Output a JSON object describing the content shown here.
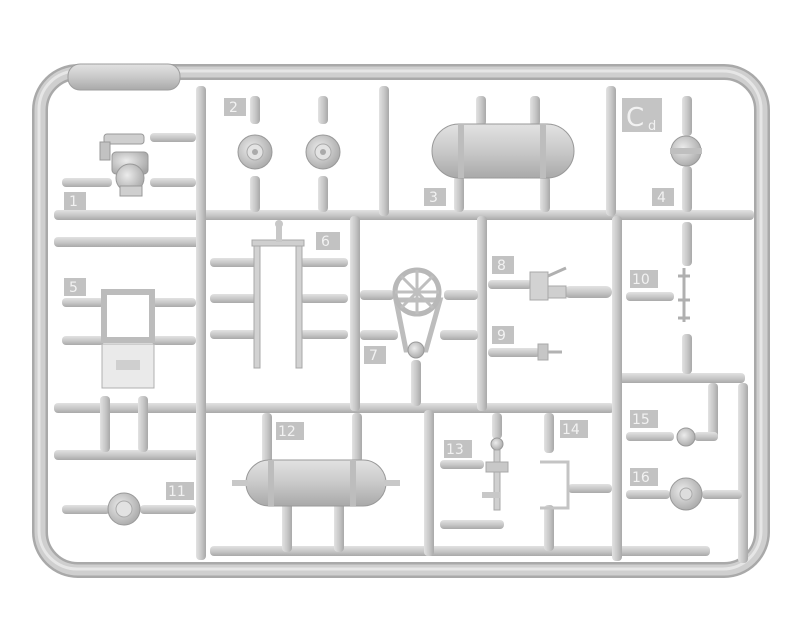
{
  "sprue": {
    "frame_label": "C",
    "frame_label_sub": "d",
    "parts": [
      {
        "number": "1"
      },
      {
        "number": "2"
      },
      {
        "number": "3"
      },
      {
        "number": "4"
      },
      {
        "number": "5"
      },
      {
        "number": "6"
      },
      {
        "number": "7"
      },
      {
        "number": "8"
      },
      {
        "number": "9"
      },
      {
        "number": "10"
      },
      {
        "number": "11"
      },
      {
        "number": "12"
      },
      {
        "number": "13"
      },
      {
        "number": "14"
      },
      {
        "number": "15"
      },
      {
        "number": "16"
      }
    ],
    "colors": {
      "plastic": "#c8c8c8",
      "plastic_light": "#dedede",
      "plastic_dark": "#a8a8a8",
      "label_box": "#bdbdbd",
      "background": "#ffffff"
    }
  }
}
